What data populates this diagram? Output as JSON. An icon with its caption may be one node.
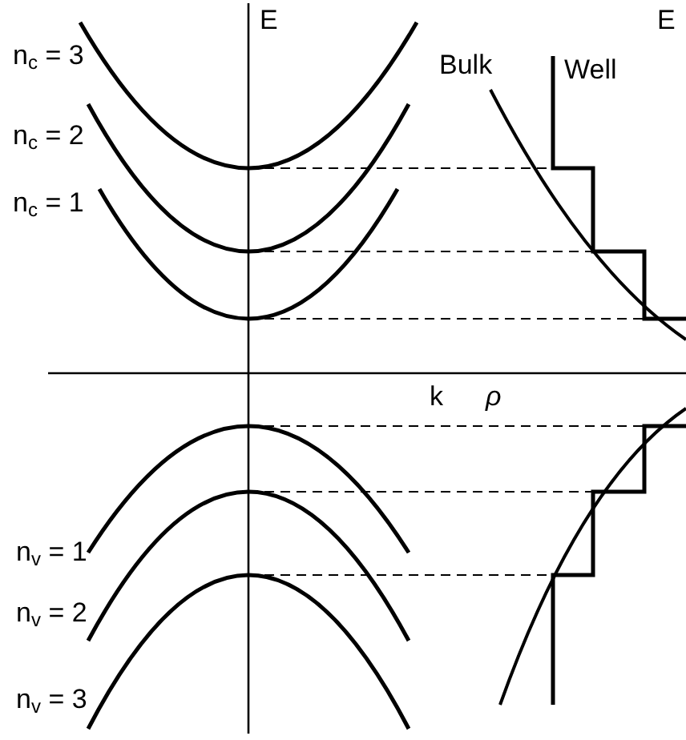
{
  "diagram": {
    "labels": [
      "E",
      "n$_{c}$ = 3",
      "n$_{c}$ = 2",
      "n$_{c}$ = 1",
      "Bulk",
      "Well",
      "E",
      "k",
      "ρ",
      "n$_{v}$ = 1",
      "n$_{v}$ = 2",
      "n$_{v}$ = 3"
    ]
  }
}
